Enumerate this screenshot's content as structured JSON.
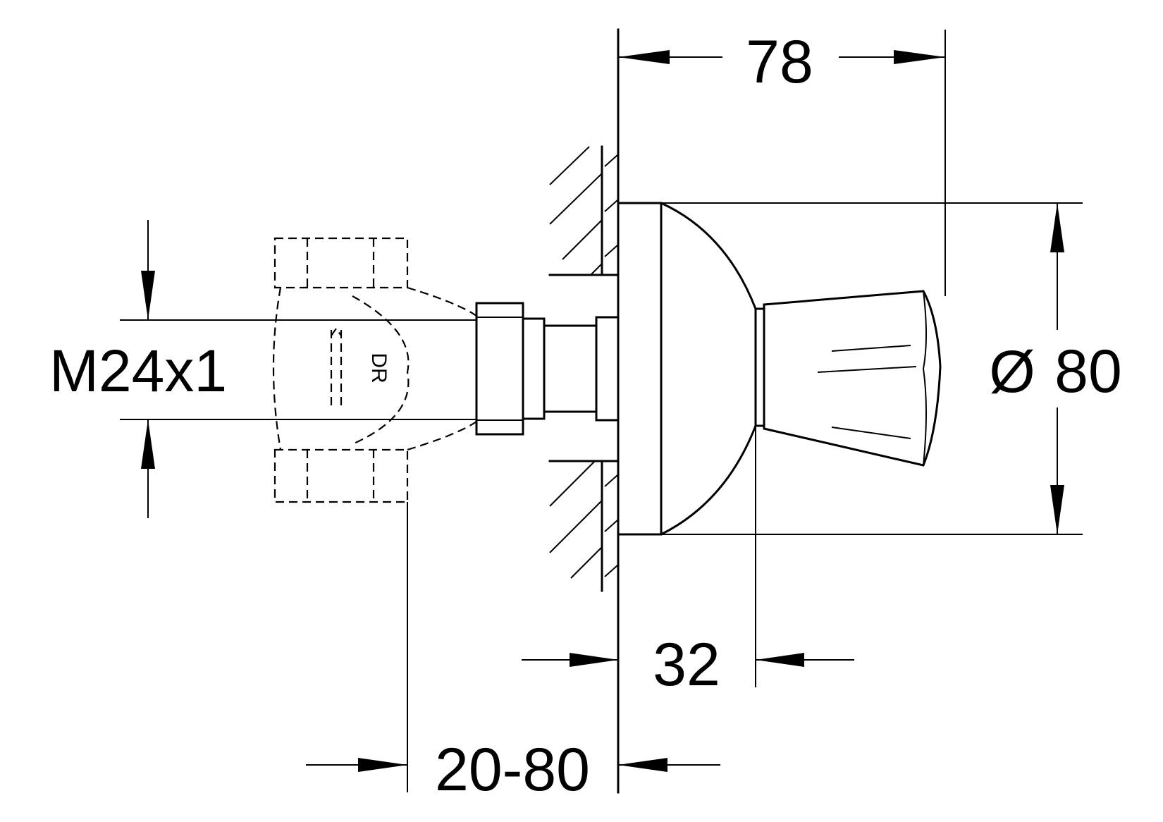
{
  "dimensions": {
    "depth_total": "78",
    "diameter_symbol": "Ø",
    "diameter_value": "80",
    "thread": "M24x1",
    "rosette_depth": "32",
    "wall_range": "20-80",
    "body_marking": "DR"
  }
}
